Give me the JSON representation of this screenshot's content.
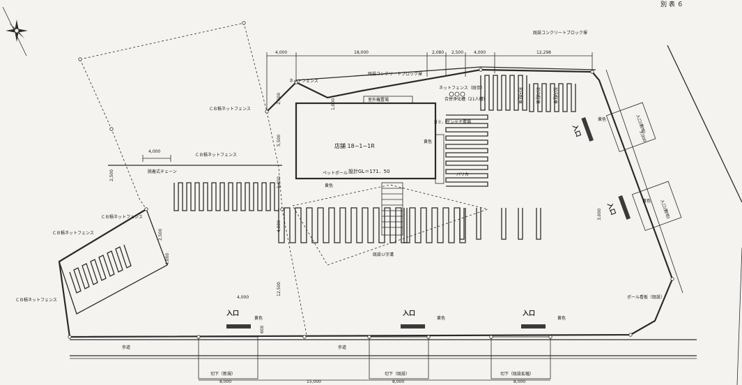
{
  "corner_label": "別 表 ６",
  "building": {
    "name": "店舗 18−1−1R",
    "design_gl": "設計GL＝171．50",
    "machine_room": "室外機置場",
    "garbage": "ゴミ、サンテナ置場",
    "pet_pole": "ペットポール",
    "barricade": "バリカー",
    "septic": "合併浄化槽（21人槽）",
    "net_fence_existing": "ネットフェンス（既存）",
    "net_fence": "ネットフェンス"
  },
  "walls": {
    "existing_block_top": "既設コンクリートブロック塀",
    "existing_block_mid": "既設コンクリートブロック塀"
  },
  "fences": {
    "cb_1": "ＣＢ積ネットフェンス",
    "cb_2": "ＣＢ積ネットフェンス",
    "cb_3": "ＣＢ積ネットフェンス",
    "cb_4": "ＣＢ積ネットフェンス",
    "cb_5": "ＣＢ積ネットフェンス",
    "chain": "脱着式チェーン"
  },
  "parking": {
    "head_in_1": "前向駐車",
    "head_in_2": "前向駐車",
    "head_in_3": "前向駐車"
  },
  "paving": "既設Ｕ字溝",
  "road": {
    "sidewalk_1": "歩道",
    "sidewalk_2": "歩道",
    "curb_new": "切下（新規）",
    "curb_existing": "切下（既設）",
    "curb_widen": "切下（既設拡幅）"
  },
  "signs": {
    "pole_sign": "ポール看板（既設）",
    "yellow": "黄色",
    "arrow_text": "入口",
    "side_label": "入口(敷地)",
    "dim_600": "600"
  },
  "dims": {
    "d_4000_a": "4,000",
    "d_18000": "18,000",
    "d_2080": "2,080",
    "d_2500_a": "2,500",
    "d_4000_b": "4,000",
    "d_12298": "12,298",
    "d_4000_c": "4,000",
    "d_2500_b": "2,500",
    "d_2500_c": "2,500",
    "d_4000_d": "4,000",
    "d_4000_e": "4,000",
    "d_12500": "12,500",
    "d_4000_f": "4,000",
    "d_8000_a": "8,000",
    "d_15000": "15,000",
    "d_8000_b": "8,000",
    "d_8000_c": "8,000",
    "d_3000_a": "3,000",
    "d_3000_b": "3,000",
    "d_1000": "1,000",
    "d_5500": "5,500",
    "d_1800": "1,800",
    "d_2600": "2,600"
  }
}
